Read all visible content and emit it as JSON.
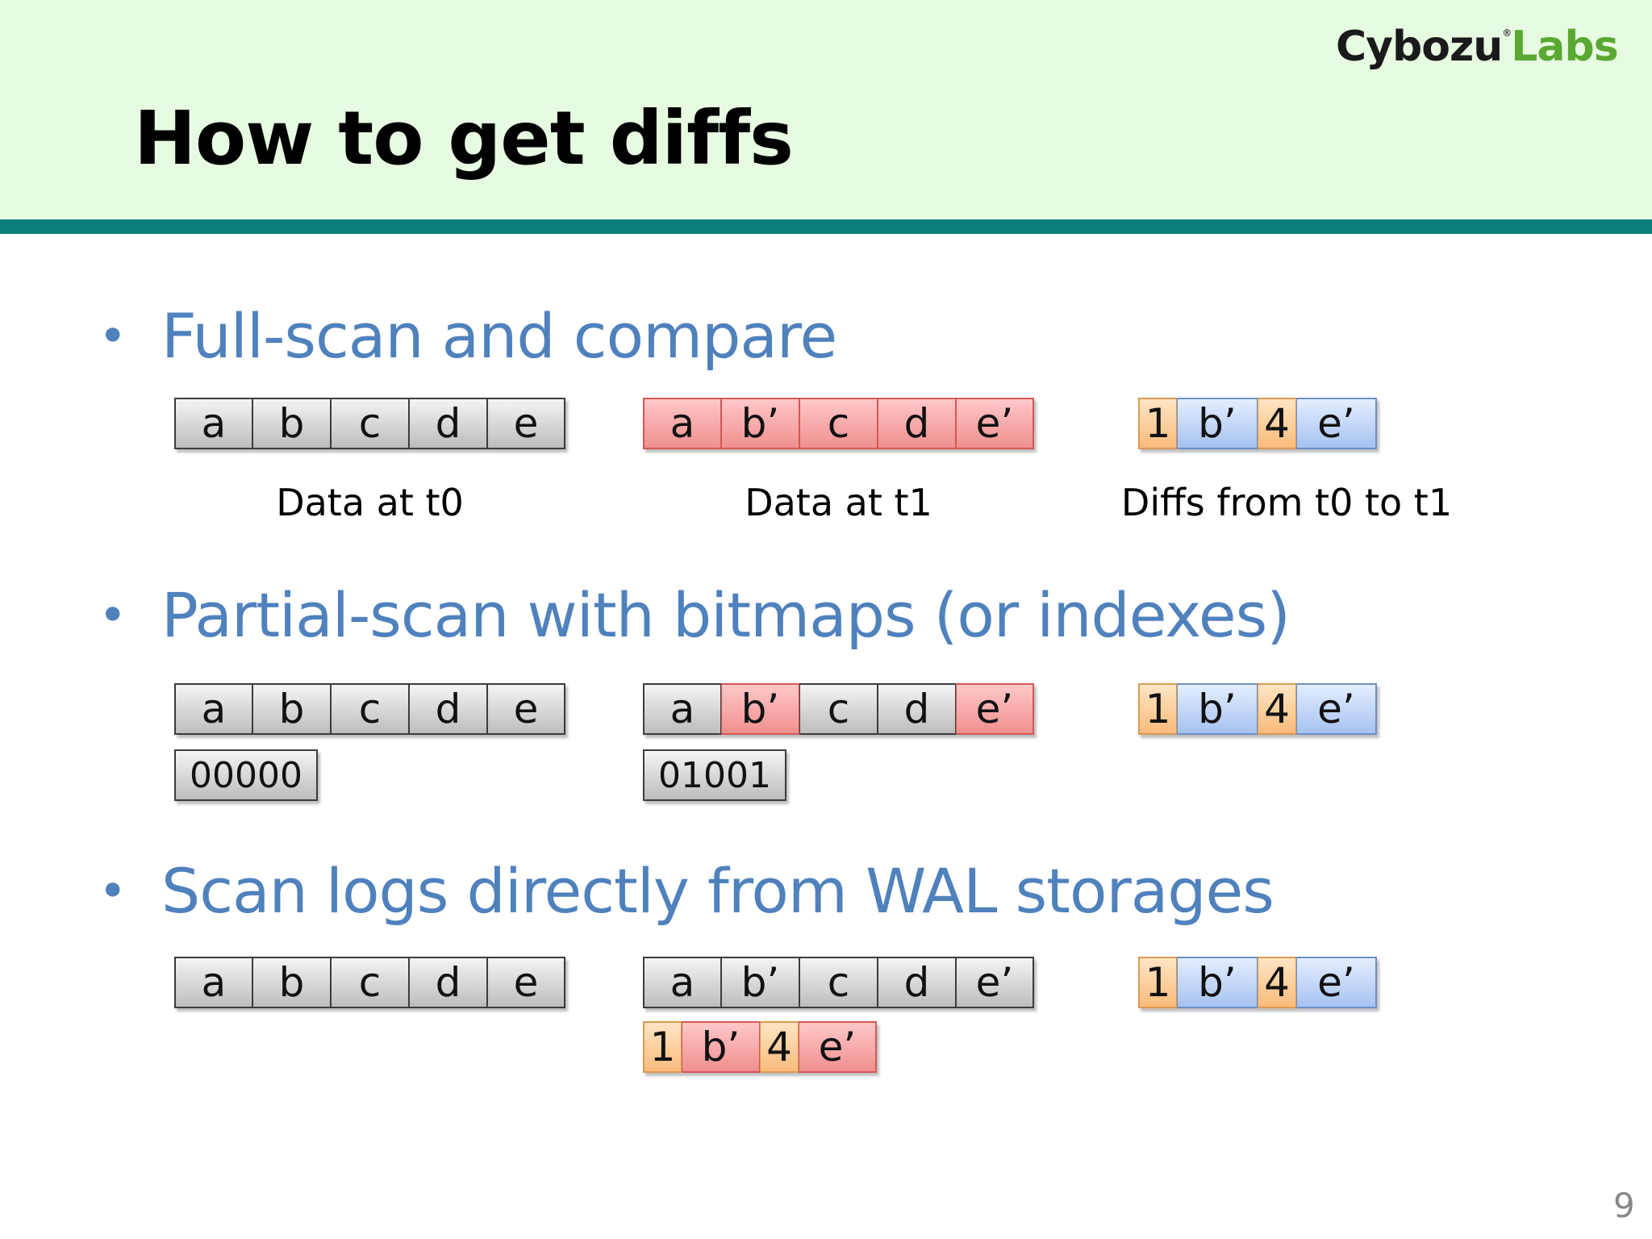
{
  "header": {
    "title": "How to get diffs",
    "logo_main": "Cybozu",
    "logo_mark": "®",
    "logo_sub": "Labs"
  },
  "bullets": [
    "Full-scan and compare",
    "Partial-scan with bitmaps (or indexes)",
    "Scan logs directly from WAL storages"
  ],
  "captions": {
    "t0": "Data at t0",
    "t1": "Data at t1",
    "diff": "Diffs from t0 to t1"
  },
  "rows": {
    "data_t0": [
      "a",
      "b",
      "c",
      "d",
      "e"
    ],
    "data_t1": [
      "a",
      "b’",
      "c",
      "d",
      "e’"
    ],
    "diffs": [
      "1",
      "b’",
      "4",
      "e’"
    ],
    "wal_log": [
      "1",
      "b’",
      "4",
      "e’"
    ]
  },
  "bitmaps": {
    "t0": "00000",
    "t1": "01001"
  },
  "colors": {
    "changed": "#f08f8f",
    "unchanged": "#bdbdbd",
    "diff_index": "#f9bb7b",
    "diff_value": "#a6c2f0",
    "bullet_text": "#4f81bd",
    "header_bg": "#e6fbe1",
    "header_bar": "#0a7f7a"
  },
  "page_number": "9"
}
